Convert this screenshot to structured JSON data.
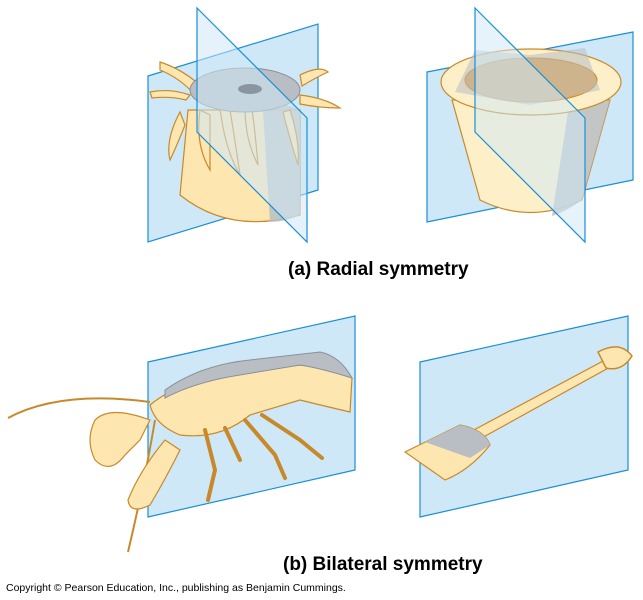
{
  "captions": {
    "radial": "(a) Radial symmetry",
    "bilateral": "(b) Bilateral symmetry"
  },
  "copyright": "Copyright © Pearson Education, Inc., publishing as Benjamin Cummings.",
  "colors": {
    "plane_fill": "#cfe8f7",
    "plane_edge": "#1a8fd6",
    "organism_fill": "#fde6b0",
    "organism_stroke": "#c8892a",
    "shadow_gray": "#b8bec4"
  }
}
